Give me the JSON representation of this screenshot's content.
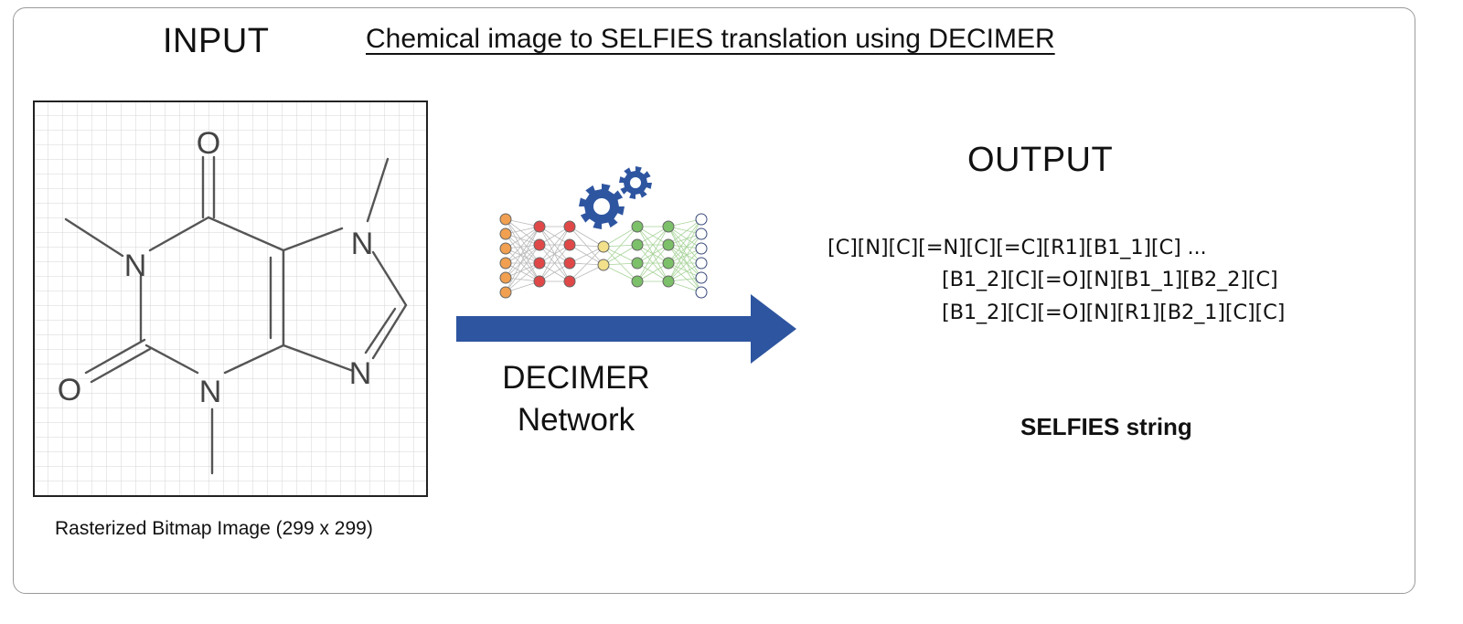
{
  "title": "Chemical image to SELFIES translation using DECIMER",
  "input": {
    "heading": "INPUT",
    "caption": "Rasterized Bitmap Image (299 x 299)",
    "atoms": [
      "O",
      "O",
      "N",
      "N",
      "N",
      "N"
    ]
  },
  "network": {
    "label_line1": "DECIMER",
    "label_line2": "Network"
  },
  "output": {
    "heading": "OUTPUT",
    "selfies_lines": [
      "[C][N][C][=N][C][=C][R1][B1_1][C] ...",
      "[B1_2][C][=O][N][B1_1][B2_2][C]",
      "[B1_2][C][=O][N][R1][B2_1][C][C]"
    ],
    "caption": "SELFIES string"
  },
  "colors": {
    "arrow": "#2e55a0",
    "gear": "#2e55a0",
    "layer_orange": "#f0a050",
    "layer_red": "#e04848",
    "layer_yellow": "#f2e08a",
    "layer_green": "#7cc06a",
    "layer_white": "#ffffff"
  }
}
